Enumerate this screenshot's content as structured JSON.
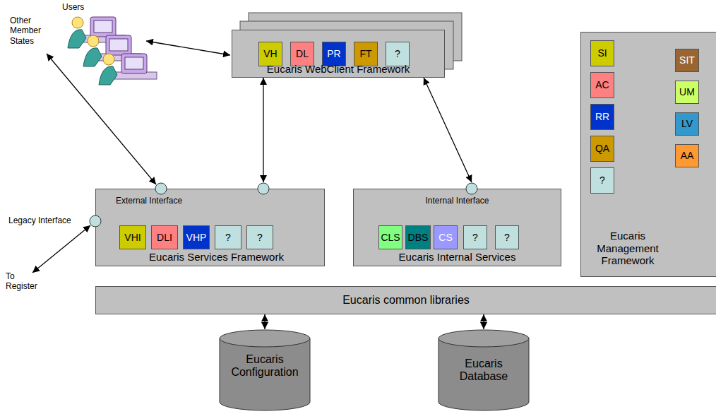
{
  "diagram": {
    "nodes": [
      {
        "text": [
          "Eucaris WebClient Framework"
        ]
      },
      {
        "text": [
          "VH"
        ],
        "in": 0
      },
      {
        "text": [
          "DL"
        ],
        "in": 0
      },
      {
        "text": [
          "PR"
        ],
        "in": 0
      },
      {
        "text": [
          "FT"
        ],
        "in": 0
      },
      {
        "text": [
          "?"
        ],
        "in": 0
      },
      {
        "text": [
          "Eucaris Management Framework"
        ]
      },
      {
        "text": [
          "SI"
        ],
        "in": 6
      },
      {
        "text": [
          "AC"
        ],
        "in": 6
      },
      {
        "text": [
          "RR"
        ],
        "in": 6
      },
      {
        "text": [
          "QA"
        ],
        "in": 6
      },
      {
        "text": [
          "?"
        ],
        "in": 6
      },
      {
        "text": [
          "SIT"
        ],
        "in": 6
      },
      {
        "text": [
          "UM"
        ],
        "in": 6
      },
      {
        "text": [
          "LV"
        ],
        "in": 6
      },
      {
        "text": [
          "AA"
        ],
        "in": 6
      },
      {
        "text": [
          "External Interface",
          "Eucaris Services Framework"
        ]
      },
      {
        "text": [
          "VHI"
        ],
        "in": 16
      },
      {
        "text": [
          "DLI"
        ],
        "in": 16
      },
      {
        "text": [
          "VHP"
        ],
        "in": 16
      },
      {
        "text": [
          "?"
        ],
        "in": 16
      },
      {
        "text": [
          "?"
        ],
        "in": 16
      },
      {
        "text": [
          "Internal  Interface",
          "Eucaris Internal Services"
        ]
      },
      {
        "text": [
          "CLS"
        ],
        "in": 22
      },
      {
        "text": [
          "DBS"
        ],
        "in": 22
      },
      {
        "text": [
          "CS"
        ],
        "in": 22
      },
      {
        "text": [
          "?"
        ],
        "in": 22
      },
      {
        "text": [
          "?"
        ],
        "in": 22
      },
      {
        "text": [
          "Eucaris common libraries"
        ]
      },
      {
        "text": [
          "Eucaris Configuration"
        ]
      },
      {
        "text": [
          "Eucaris Database"
        ]
      }
    ],
    "edges": [
      {
        "from": 0,
        "to": 16,
        "arrow": "both"
      },
      {
        "from": 0,
        "to": 22,
        "arrow": "both"
      },
      {
        "from": 28,
        "to": 29,
        "arrow": "both"
      },
      {
        "from": 28,
        "to": 30,
        "arrow": "both"
      }
    ],
    "labels": [
      "Users",
      "Other Member States",
      "Legacy Interface",
      "To Register"
    ]
  }
}
